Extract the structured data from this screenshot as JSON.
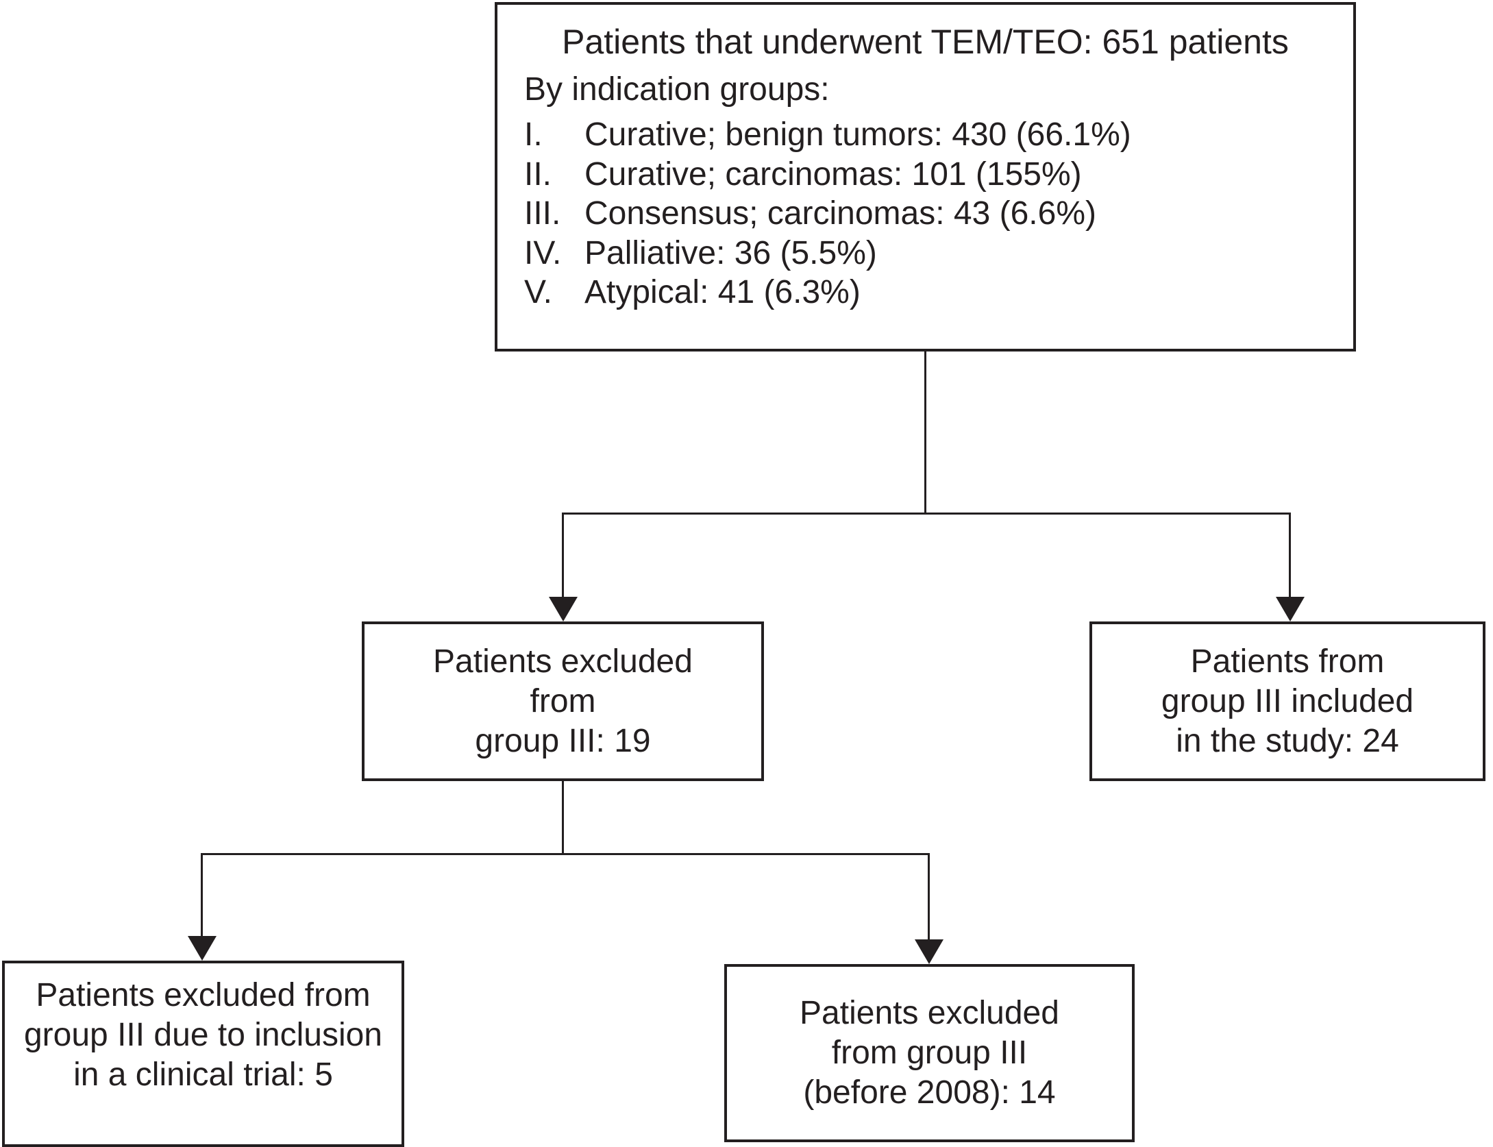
{
  "flowchart": {
    "colors": {
      "ink": "#231f20",
      "background": "#ffffff"
    },
    "top_box": {
      "title": "Patients that underwent TEM/TEO: 651 patients",
      "subtitle": "By indication groups:",
      "items": [
        {
          "numeral": "I.",
          "text": "Curative; benign tumors: 430 (66.1%)"
        },
        {
          "numeral": "II.",
          "text": "Curative; carcinomas: 101 (155%)"
        },
        {
          "numeral": "III.",
          "text": "Consensus; carcinomas: 43 (6.6%)"
        },
        {
          "numeral": "IV.",
          "text": "Palliative: 36 (5.5%)"
        },
        {
          "numeral": "V.",
          "text": "Atypical: 41 (6.3%)"
        }
      ]
    },
    "mid_left_box": {
      "lines": [
        "Patients excluded",
        "from",
        "group III: 19"
      ]
    },
    "mid_right_box": {
      "lines": [
        "Patients from",
        "group III included",
        "in the study: 24"
      ]
    },
    "bottom_left_box": {
      "lines": [
        "Patients excluded from",
        "group III due to inclusion",
        "in a clinical trial: 5"
      ]
    },
    "bottom_right_box": {
      "lines": [
        "Patients excluded",
        "from group III",
        "(before 2008): 14"
      ]
    }
  }
}
